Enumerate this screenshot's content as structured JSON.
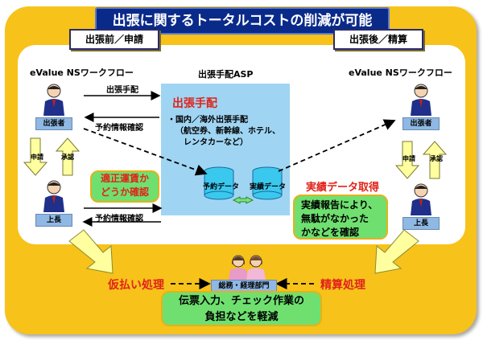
{
  "title": "出張に関するトータルコストの削減が可能",
  "tabs": {
    "before": "出張前／申請",
    "after": "出張後／精算"
  },
  "workflow_left": "eValue NSワークフロー",
  "workflow_right": "eValue NSワークフロー",
  "asp": {
    "header": "出張手配ASP",
    "heading": "出張手配",
    "bullet1": "・国内／海外出張手配",
    "bullet2": "（航空券、新幹線、ホテル、",
    "bullet3": "レンタカーなど）",
    "db_reserve": "予約データ",
    "db_actual": "実績データ"
  },
  "arrows": {
    "arrange": "出張手配",
    "confirm_top": "予約情報確認",
    "confirm_bottom": "予約情報確認",
    "apply": "申請",
    "approve": "承認",
    "apply_right": "申請",
    "approve_right": "承認"
  },
  "people": {
    "traveler_left": "出張者",
    "boss_left": "上長",
    "traveler_right": "出張者",
    "boss_right": "上長",
    "accounting": "総務・経理部門"
  },
  "notes": {
    "fare_check": [
      "適正運賃か",
      "どうか確認"
    ],
    "actual_get": "実績データ取得",
    "actual_report": [
      "実績報告により、",
      "無駄がなかった",
      "かなどを確認"
    ]
  },
  "bottom": {
    "advance": "仮払い処理",
    "settle": "精算処理",
    "benefit": [
      "伝票入力、チェック作業の",
      "負担などを軽減"
    ]
  },
  "colors": {
    "frame": "#f7c21a",
    "title_bg": "#0a2a8a",
    "asp_bg": "#9fd5f3",
    "green": "#6fe070",
    "red": "#e0231a"
  }
}
